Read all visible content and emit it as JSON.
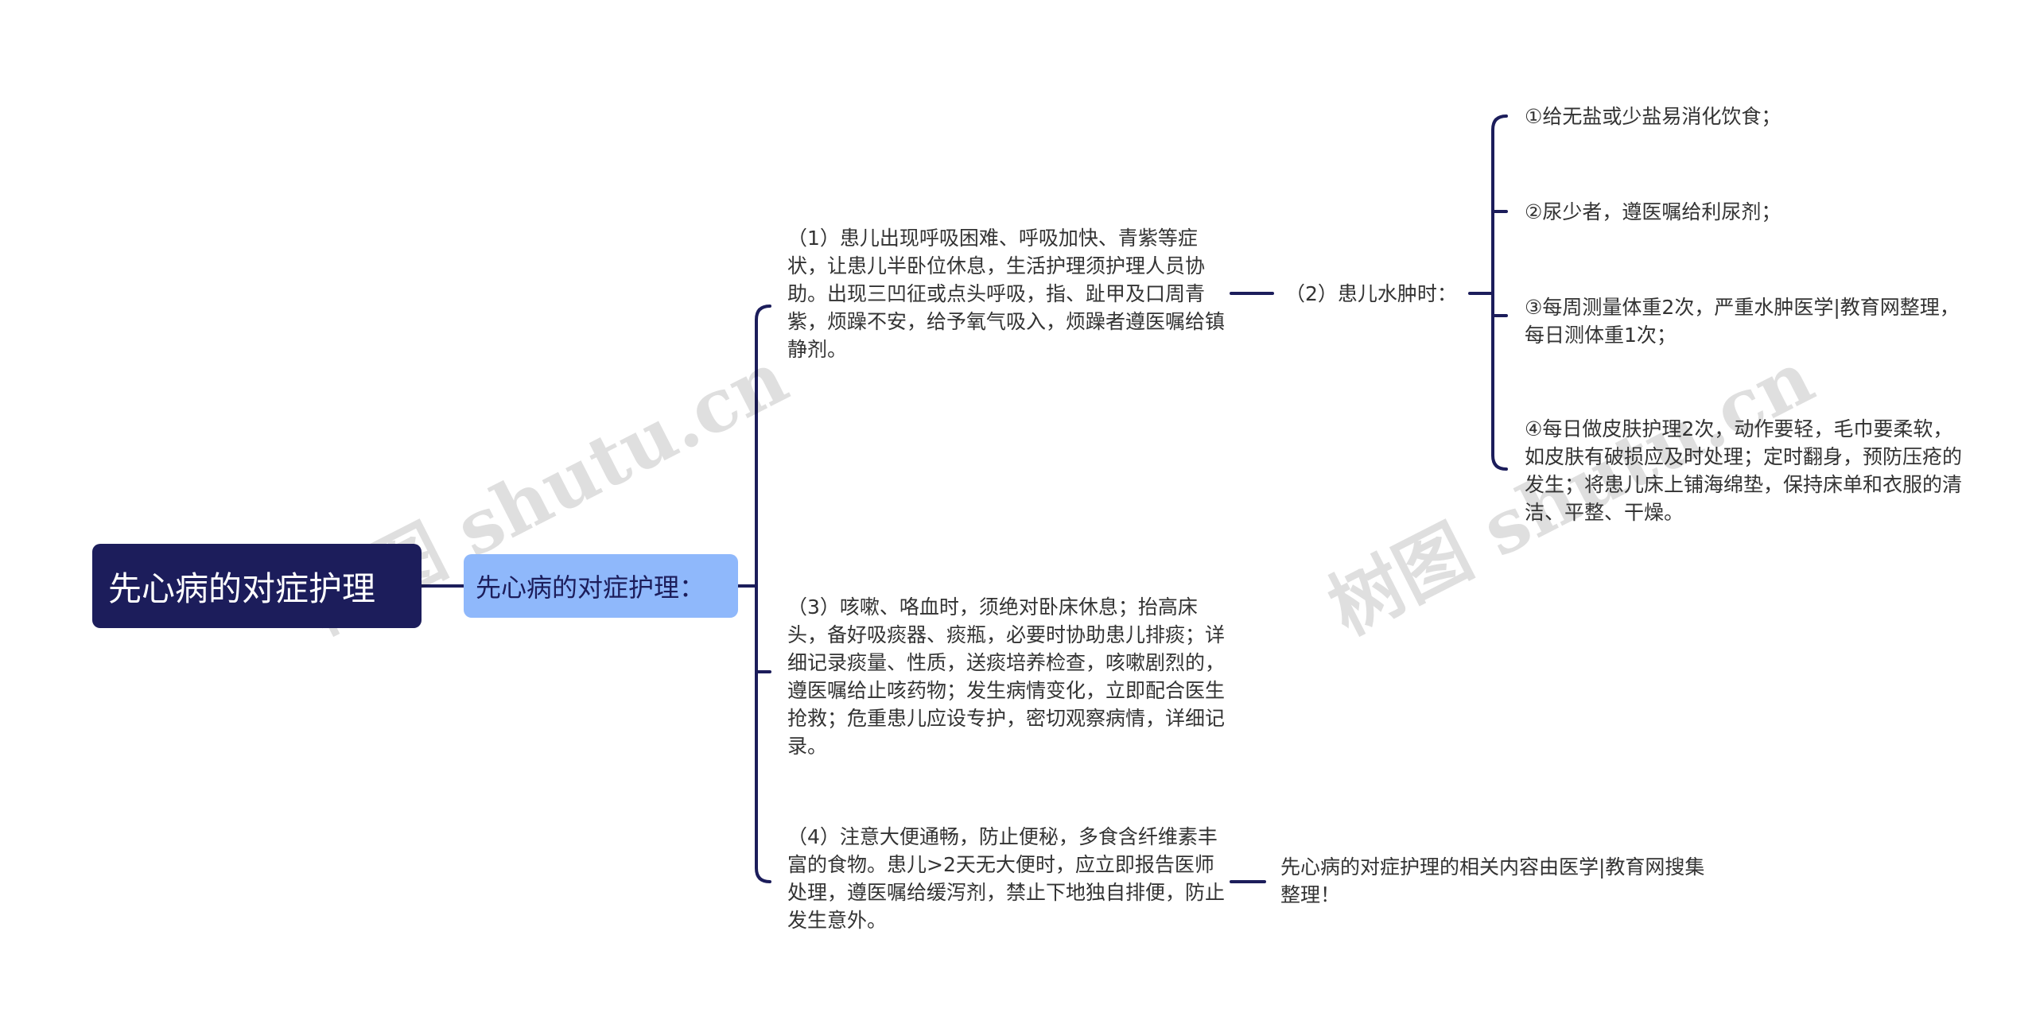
{
  "root": {
    "label": "先心病的对症护理"
  },
  "level1": {
    "label": "先心病的对症护理："
  },
  "branches": {
    "b1": "（1）患儿出现呼吸困难、呼吸加快、青紫等症状，让患儿半卧位休息，生活护理须护理人员协助。出现三凹征或点头呼吸，指、趾甲及口周青紫，烦躁不安，给予氧气吸入，烦躁者遵医嘱给镇静剂。",
    "b2_header": "（2）患儿水肿时：",
    "b2_children": [
      "①给无盐或少盐易消化饮食；",
      "②尿少者，遵医嘱给利尿剂；",
      "③每周测量体重2次，严重水肿医学|教育网整理，每日测体重1次；",
      "④每日做皮肤护理2次，动作要轻，毛巾要柔软，如皮肤有破损应及时处理；定时翻身，预防压疮的发生；将患儿床上铺海绵垫，保持床单和衣服的清洁、平整、干燥。"
    ],
    "b3": "（3）咳嗽、咯血时，须绝对卧床休息；抬高床头，备好吸痰器、痰瓶，必要时协助患儿排痰；详细记录痰量、性质，送痰培养检查，咳嗽剧烈的，遵医嘱给止咳药物；发生病情变化，立即配合医生抢救；危重患儿应设专护，密切观察病情，详细记录。",
    "b4": "（4）注意大便通畅，防止便秘，多食含纤维素丰富的食物。患儿>2天无大便时，应立即报告医师处理，遵医嘱给缓泻剂，禁止下地独自排便，防止发生意外。",
    "b4_note": "先心病的对症护理的相关内容由医学|教育网搜集整理！"
  },
  "watermark": "树图 shutu.cn",
  "colors": {
    "root_bg": "#1c1d5b",
    "level1_bg": "#8fb8fb",
    "connector": "#1c1d5b",
    "text": "#333333"
  }
}
